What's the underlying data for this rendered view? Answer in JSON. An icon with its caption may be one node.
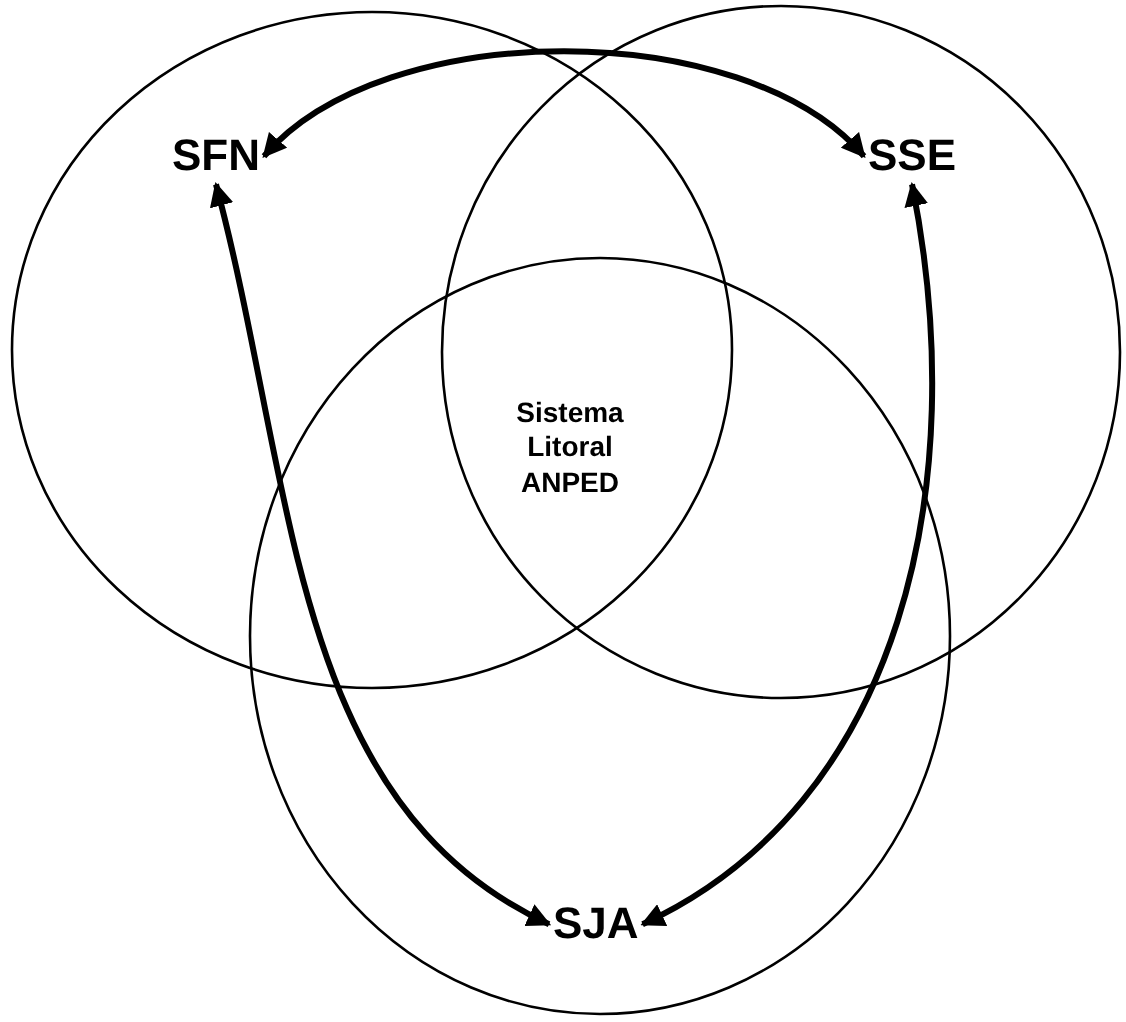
{
  "diagram": {
    "nodes": [
      {
        "text": [],
        "shape": "circle"
      },
      {
        "text": [
          "SFN"
        ],
        "in": 0
      },
      {
        "text": [],
        "shape": "circle"
      },
      {
        "text": [
          "SSE"
        ],
        "in": 2
      },
      {
        "text": [],
        "shape": "circle"
      },
      {
        "text": [
          "SJA"
        ],
        "in": 4
      }
    ],
    "edges": [
      {
        "from": 1,
        "to": 3,
        "arrow": "both"
      },
      {
        "from": 1,
        "to": 5,
        "arrow": "both"
      },
      {
        "from": 3,
        "to": 5,
        "arrow": "both"
      }
    ],
    "labels": [
      "Sistema Litoral ANPED"
    ]
  }
}
